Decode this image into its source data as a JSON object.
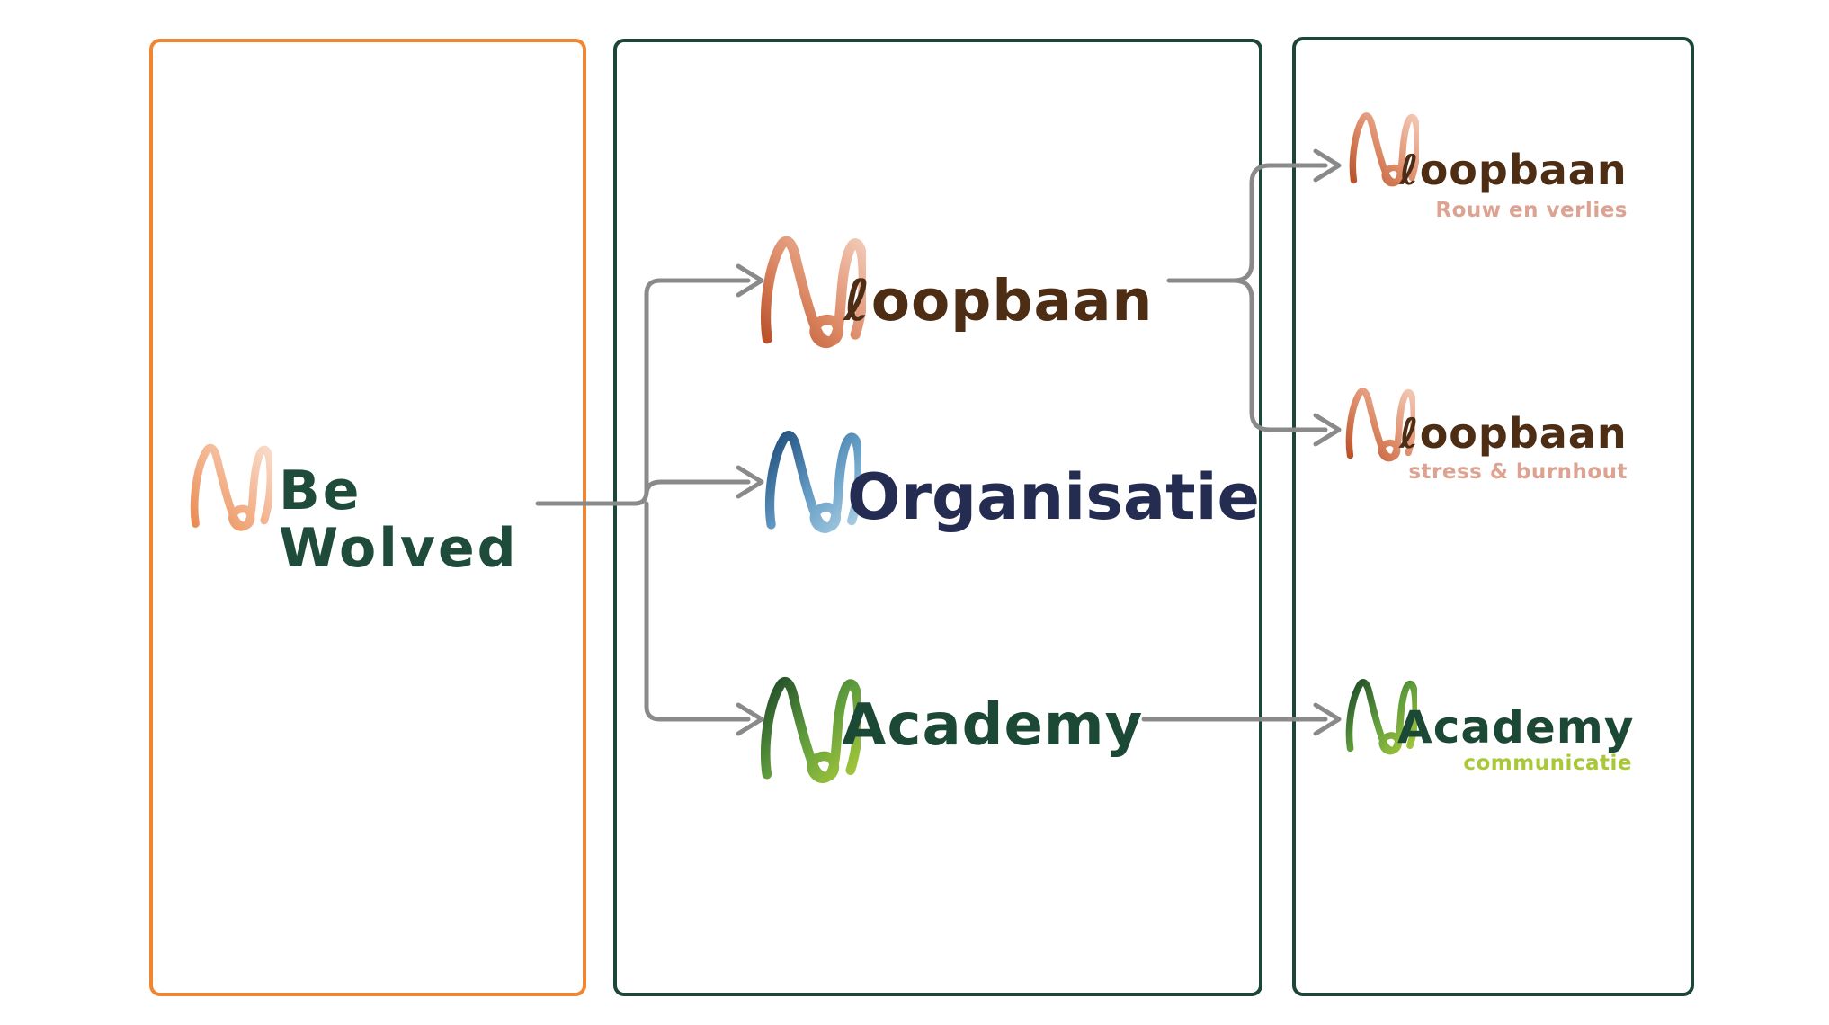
{
  "colors": {
    "root_panel_border": "#F08632",
    "brand_panel_border": "#1D4539",
    "connector_gray": "#8A8A8A",
    "root_text": "#1F4B3A",
    "loopbaan_text": "#4E2D15",
    "organisatie_text": "#242C52",
    "academy_text": "#1C4936",
    "loopbaan_subtitle": "#DCA392",
    "academy_subtitle": "#A8C838",
    "mark_orange_dark": "#E98B52",
    "mark_orange_light": "#F9DCCB",
    "mark_terracotta_dark": "#B85028",
    "mark_terracotta_light": "#F3C9B6",
    "mark_blue_dark": "#1F4C7A",
    "mark_blue_light": "#ADD1E5",
    "mark_green_dark": "#1D4A28",
    "mark_green_light": "#A9CA3B"
  },
  "root": {
    "line1": "Be",
    "line2": "Wolved"
  },
  "brands": {
    "loopbaan": {
      "label": "loopbaan",
      "display": "ℓoopbaan"
    },
    "organisatie": {
      "label": "Organisatie",
      "display": "Organisatie"
    },
    "academy": {
      "label": "Academy",
      "display": "Academy"
    }
  },
  "subbrands": {
    "loopbaan_rouw": {
      "label": "loopbaan",
      "display": "ℓoopbaan",
      "subtitle": "Rouw en verlies"
    },
    "loopbaan_stress": {
      "label": "loopbaan",
      "display": "ℓoopbaan",
      "subtitle": "stress & burnhout"
    },
    "academy_communicatie": {
      "label": "Academy",
      "display": "Academy",
      "subtitle": "communicatie"
    }
  }
}
